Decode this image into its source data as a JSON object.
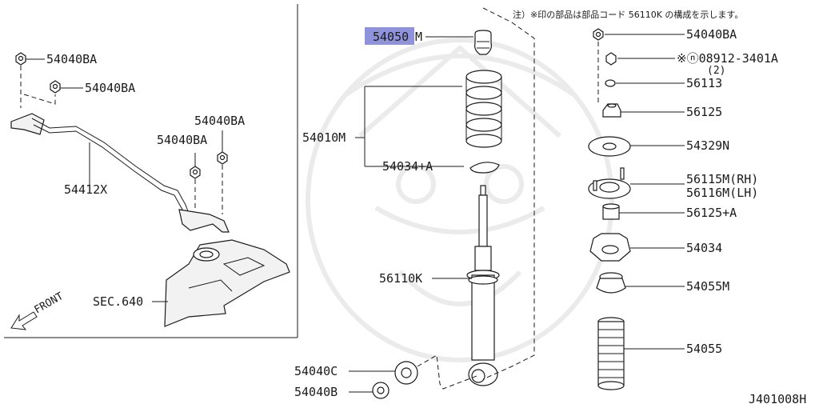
{
  "note": "注）※印の部品は部品コード 56110K の構成を示します。",
  "diagram_code": "J401008H",
  "front_label": "FRONT",
  "highlight": {
    "text": "54050",
    "suffix": "M",
    "color": "#8f93dc"
  },
  "labels": {
    "nut_1": "54040BA",
    "nut_2": "54040BA",
    "nut_3": "54040BA",
    "nut_4": "54040BA",
    "stabilizer": "54412X",
    "sec": "SEC.640",
    "spring": "54010M",
    "spring_seat": "54034+A",
    "shock": "56110K",
    "bushing_c": "54040C",
    "bolt_b": "54040B",
    "top_nut": "54040BA",
    "nut_special": "※ⓝ08912-3401A",
    "nut_special_qty": "(2)",
    "washer": "56113",
    "bushing_56125": "56125",
    "plate": "54329N",
    "mount_rh": "56115M(RH)",
    "mount_lh": "56116M(LH)",
    "bushing_56125a": "56125+A",
    "seat_54034": "54034",
    "bumper_m": "54055M",
    "boot": "54055"
  }
}
